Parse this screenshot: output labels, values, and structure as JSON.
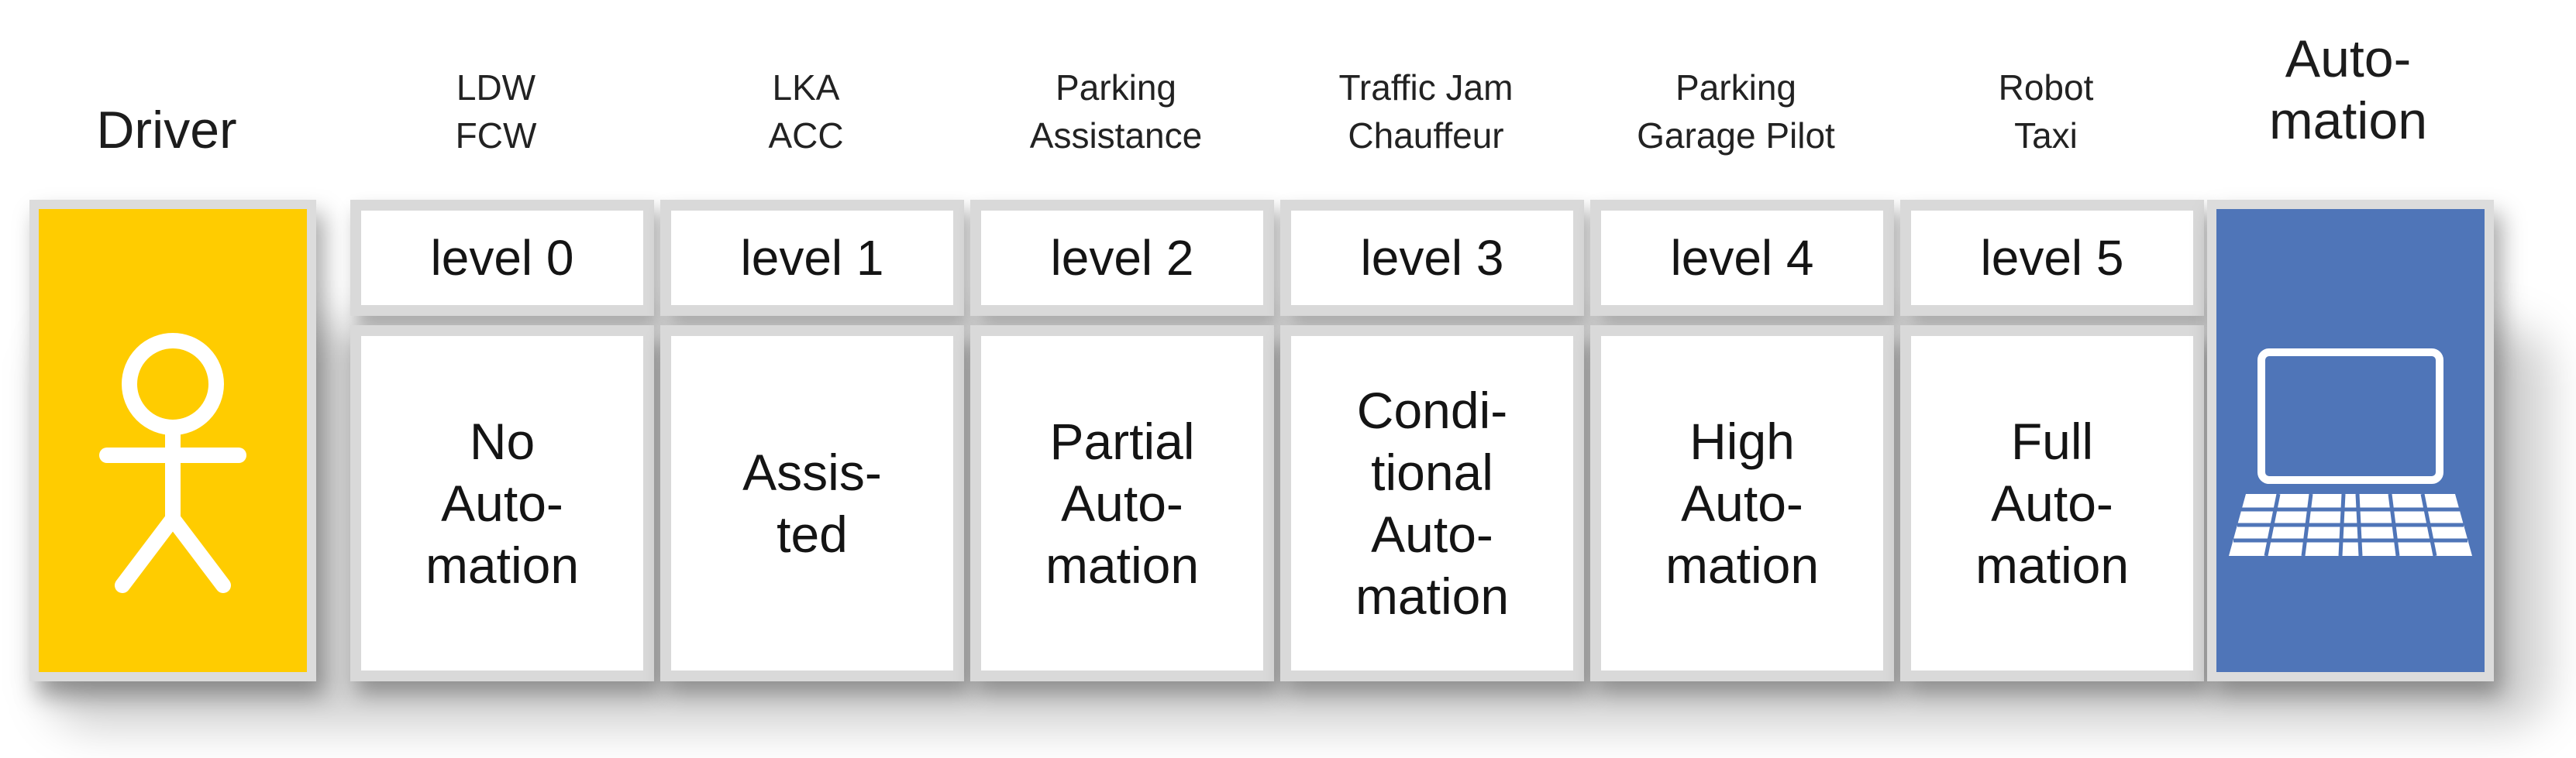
{
  "left_end": {
    "label": "Driver",
    "icon": "stick-figure-icon",
    "color": "#ffcc00"
  },
  "right_end": {
    "label_lines": [
      "Auto-",
      "mation"
    ],
    "icon": "laptop-icon",
    "color": "#4f75b8"
  },
  "levels": [
    {
      "examples": [
        "LDW",
        "FCW"
      ],
      "level": "level 0",
      "description": [
        "No",
        "Auto-",
        "mation"
      ]
    },
    {
      "examples": [
        "LKA",
        "ACC"
      ],
      "level": "level 1",
      "description": [
        "Assis-",
        "ted"
      ]
    },
    {
      "examples": [
        "Parking",
        "Assistance"
      ],
      "level": "level 2",
      "description": [
        "Partial",
        "Auto-",
        "mation"
      ]
    },
    {
      "examples": [
        "Traffic Jam",
        "Chauffeur"
      ],
      "level": "level 3",
      "description": [
        "Condi-",
        "tional",
        "Auto-",
        "mation"
      ]
    },
    {
      "examples": [
        "Parking",
        "Garage Pilot"
      ],
      "level": "level 4",
      "description": [
        "High",
        "Auto-",
        "mation"
      ]
    },
    {
      "examples": [
        "Robot",
        "Taxi"
      ],
      "level": "level 5",
      "description": [
        "Full",
        "Auto-",
        "mation"
      ]
    }
  ]
}
